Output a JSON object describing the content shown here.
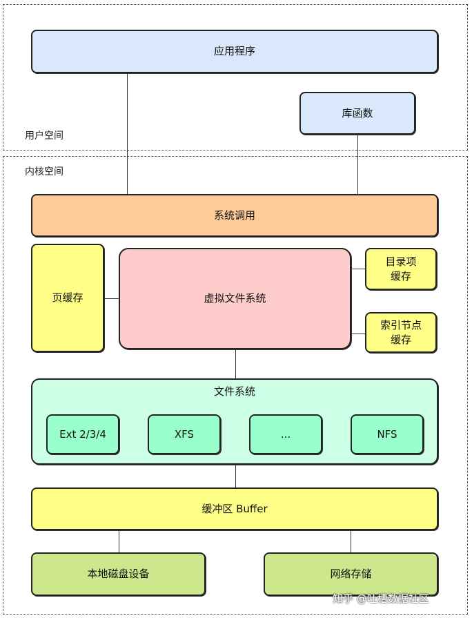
{
  "zones": {
    "user_space": "用户空间",
    "kernel_space": "内核空间"
  },
  "boxes": {
    "application": "应用程序",
    "library": "库函数",
    "syscall": "系统调用",
    "page_cache": "页缓存",
    "vfs": "虚拟文件系统",
    "dentry_cache": "目录项\n缓存",
    "inode_cache": "索引节点\n缓存",
    "filesystem": "文件系统",
    "ext": "Ext 2/3/4",
    "xfs": "XFS",
    "more": "...",
    "nfs": "NFS",
    "buffer": "缓冲区 Buffer",
    "local_disk": "本地磁盘设备",
    "network_storage": "网络存储"
  },
  "watermark": "知乎 @吐槽数据社区",
  "colors": {
    "blue": "#dae8fc",
    "orange": "#ffcc99",
    "yellow": "#ffff88",
    "pink": "#ffcccc",
    "mint": "#ccffe6",
    "green": "#99ffcc",
    "olive": "#cde88c"
  }
}
